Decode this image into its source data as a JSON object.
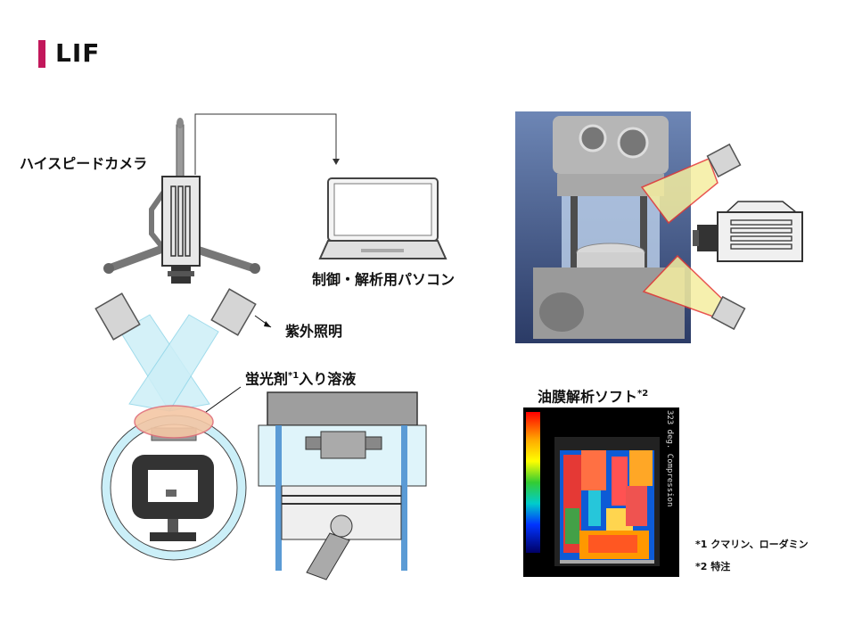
{
  "title": "LIF",
  "labels": {
    "camera": "ハイスピードカメラ",
    "pc": "制御・解析用パソコン",
    "uv": "紫外照明",
    "fluor_main": "蛍光剤",
    "fluor_sup": "*1",
    "fluor_tail": "入り溶液",
    "soft_main": "油膜解析ソフト",
    "soft_sup": "*2"
  },
  "analysis_overlay": {
    "line1": "323 deg.",
    "line2": "Compression"
  },
  "notes": {
    "n1": "*1 クマリン、ローダミン",
    "n2": "*2 特注"
  },
  "colors": {
    "accent": "#c2185b",
    "uv_light": "#cdeff7",
    "fluor": "#f4c7a5",
    "beam_yellow": "#f5eea0",
    "beam_edge": "#e53935"
  }
}
